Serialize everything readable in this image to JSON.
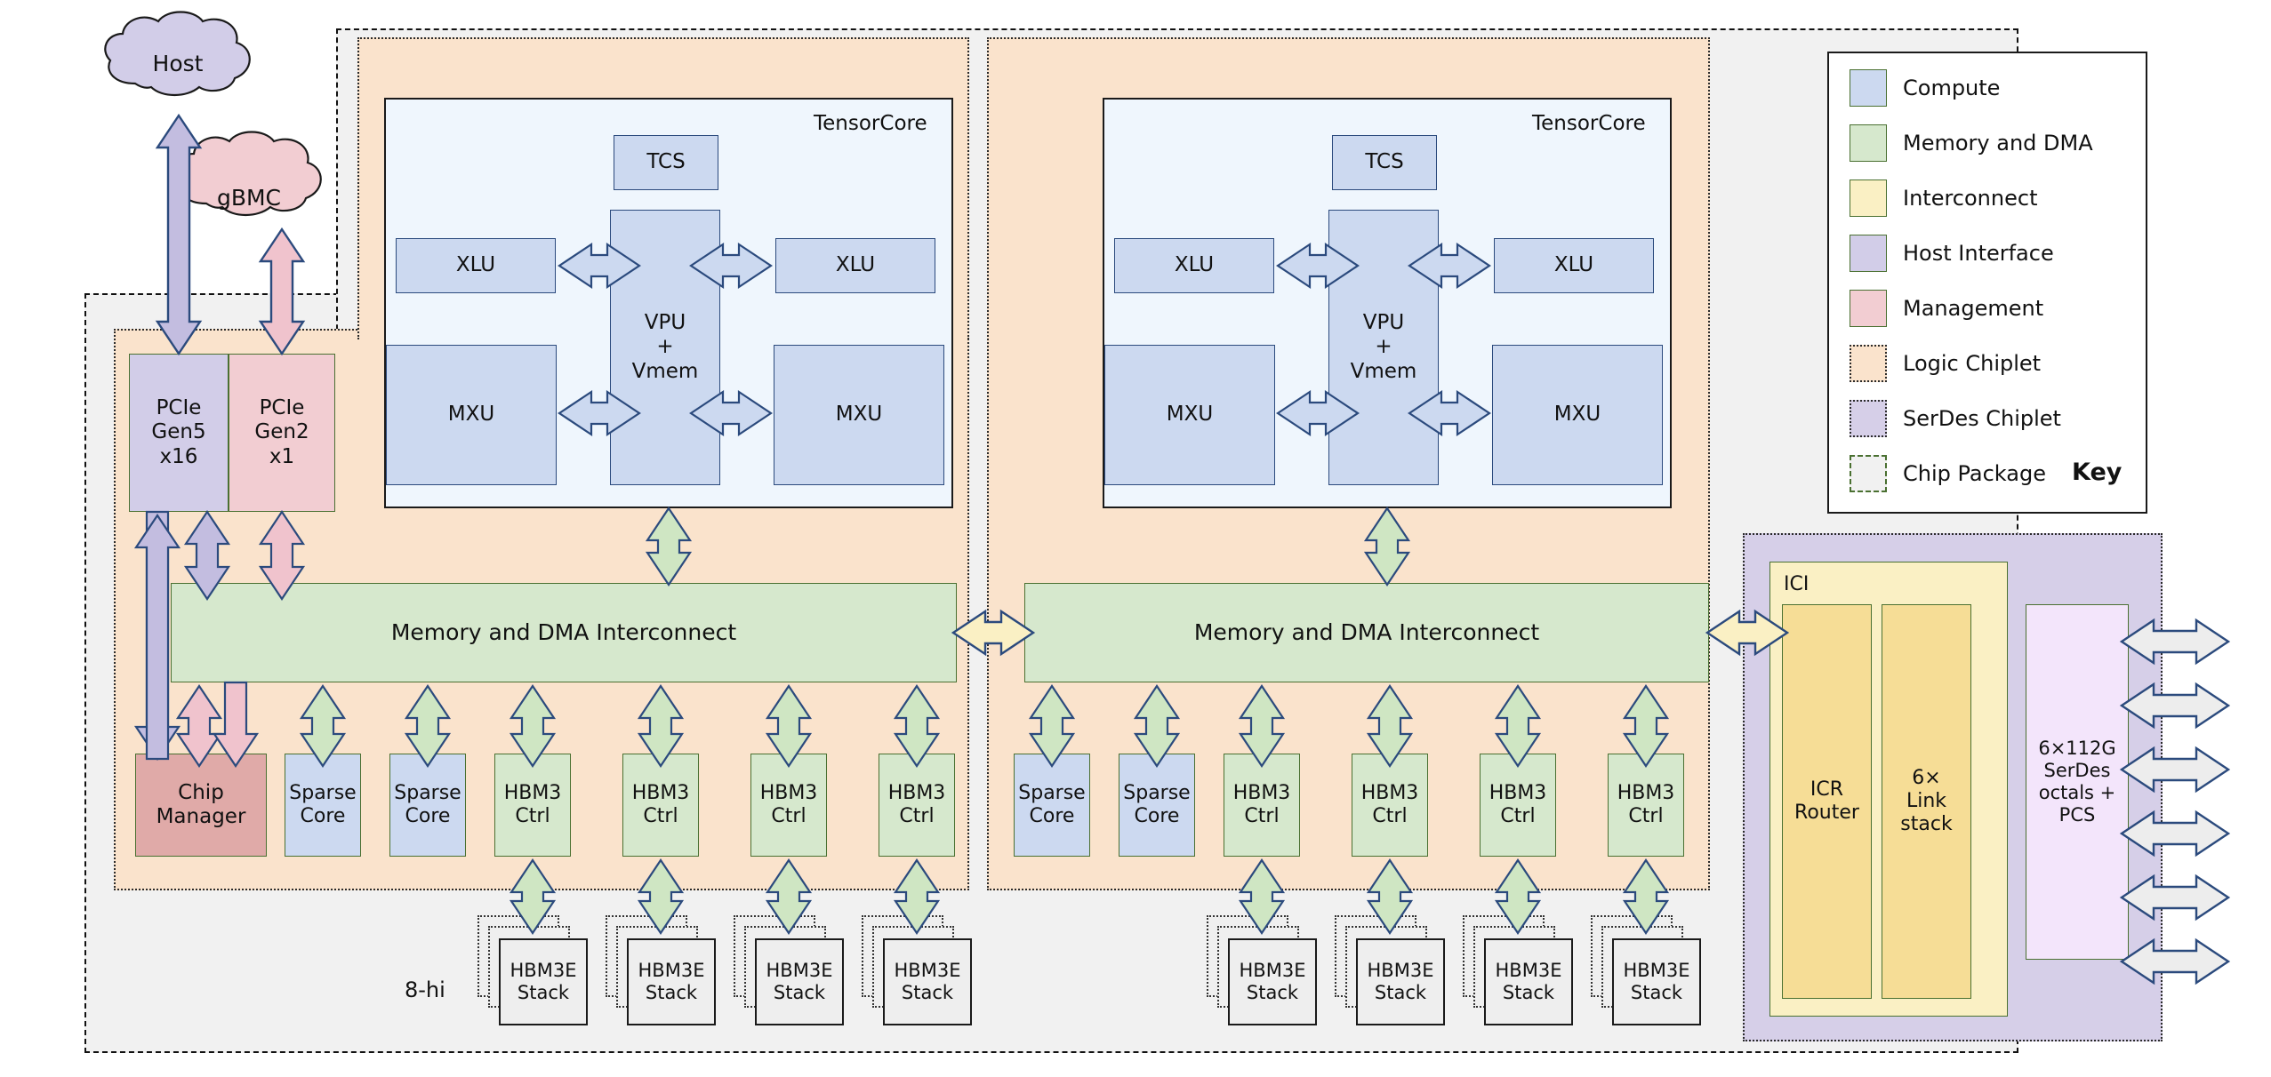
{
  "diagram": {
    "title": "TPU chip package block diagram",
    "clouds": [
      {
        "name": "host",
        "label": "Host"
      },
      {
        "name": "gbmc",
        "label": "gBMC"
      }
    ],
    "tensorcores": [
      {
        "label": "TensorCore",
        "blocks": {
          "tcs": "TCS",
          "vpu": "VPU\n+\nVmem",
          "vpu_line1": "VPU",
          "vpu_line2": "+",
          "vpu_line3": "Vmem",
          "xlu_left": "XLU",
          "xlu_right": "XLU",
          "mxu_left": "MXU",
          "mxu_right": "MXU"
        }
      },
      {
        "label": "TensorCore",
        "blocks": {
          "tcs": "TCS",
          "vpu_line1": "VPU",
          "vpu_line2": "+",
          "vpu_line3": "Vmem",
          "xlu_left": "XLU",
          "xlu_right": "XLU",
          "mxu_left": "MXU",
          "mxu_right": "MXU"
        }
      }
    ],
    "pcie": [
      {
        "line1": "PCIe",
        "line2": "Gen5",
        "line3": "x16",
        "category": "Host Interface"
      },
      {
        "line1": "PCIe",
        "line2": "Gen2",
        "line3": "x1",
        "category": "Management"
      }
    ],
    "interconnects": [
      {
        "label": "Memory and DMA Interconnect"
      },
      {
        "label": "Memory and DMA Interconnect"
      }
    ],
    "chip_manager": {
      "line1": "Chip",
      "line2": "Manager"
    },
    "chiplet1_row": [
      {
        "line1": "Sparse",
        "line2": "Core",
        "category": "compute"
      },
      {
        "line1": "Sparse",
        "line2": "Core",
        "category": "compute"
      },
      {
        "line1": "HBM3",
        "line2": "Ctrl",
        "category": "memdma"
      },
      {
        "line1": "HBM3",
        "line2": "Ctrl",
        "category": "memdma"
      },
      {
        "line1": "HBM3",
        "line2": "Ctrl",
        "category": "memdma"
      },
      {
        "line1": "HBM3",
        "line2": "Ctrl",
        "category": "memdma"
      }
    ],
    "chiplet2_row": [
      {
        "line1": "Sparse",
        "line2": "Core",
        "category": "compute"
      },
      {
        "line1": "Sparse",
        "line2": "Core",
        "category": "compute"
      },
      {
        "line1": "HBM3",
        "line2": "Ctrl",
        "category": "memdma"
      },
      {
        "line1": "HBM3",
        "line2": "Ctrl",
        "category": "memdma"
      },
      {
        "line1": "HBM3",
        "line2": "Ctrl",
        "category": "memdma"
      },
      {
        "line1": "HBM3",
        "line2": "Ctrl",
        "category": "memdma"
      }
    ],
    "hbm_stacks": [
      {
        "line1": "HBM3E",
        "line2": "Stack"
      },
      {
        "line1": "HBM3E",
        "line2": "Stack"
      },
      {
        "line1": "HBM3E",
        "line2": "Stack"
      },
      {
        "line1": "HBM3E",
        "line2": "Stack"
      },
      {
        "line1": "HBM3E",
        "line2": "Stack"
      },
      {
        "line1": "HBM3E",
        "line2": "Stack"
      },
      {
        "line1": "HBM3E",
        "line2": "Stack"
      },
      {
        "line1": "HBM3E",
        "line2": "Stack"
      }
    ],
    "stack_height_label": "8-hi",
    "ici": {
      "label": "ICI",
      "router": {
        "line1": "ICR",
        "line2": "Router"
      },
      "linkstack": {
        "line1": "6×",
        "line2": "Link",
        "line3": "stack"
      }
    },
    "serdes": {
      "line1": "6×112G",
      "line2": "SerDes",
      "line3": "octals +",
      "line4": "PCS"
    },
    "serdes_link_count": 6,
    "key": {
      "title": "Key",
      "items": [
        {
          "label": "Compute",
          "color": "#ccd9f0",
          "style": "solid"
        },
        {
          "label": "Memory and DMA",
          "color": "#d6e8cd",
          "style": "solid"
        },
        {
          "label": "Interconnect",
          "color": "#faf0c4",
          "style": "solid"
        },
        {
          "label": "Host Interface",
          "color": "#d2cde8",
          "style": "solid"
        },
        {
          "label": "Management",
          "color": "#f2cdd2",
          "style": "solid"
        },
        {
          "label": "Logic Chiplet",
          "color": "#fae3cc",
          "style": "dotted"
        },
        {
          "label": "SerDes Chiplet",
          "color": "#d6cfe8",
          "style": "dotted"
        },
        {
          "label": "Chip Package",
          "color": "#f1f1f1",
          "style": "dashdot"
        }
      ]
    },
    "colors": {
      "compute": "#ccd9f0",
      "memory_dma": "#d6e8cd",
      "interconnect": "#faf0c4",
      "host_interface": "#d2cde8",
      "management": "#f2cdd2",
      "management_dark": "#e0aaa8",
      "logic_chiplet": "#fae3cc",
      "serdes_chiplet": "#d6cfe8",
      "chip_package": "#f1f1f1",
      "tensorcore_bg": "#eff6fd",
      "icr_router": "#f6dd96",
      "serdes_block": "#f3e5fb",
      "block_border": "#4a7031",
      "arrow_outline": "#2b4a7d"
    }
  }
}
